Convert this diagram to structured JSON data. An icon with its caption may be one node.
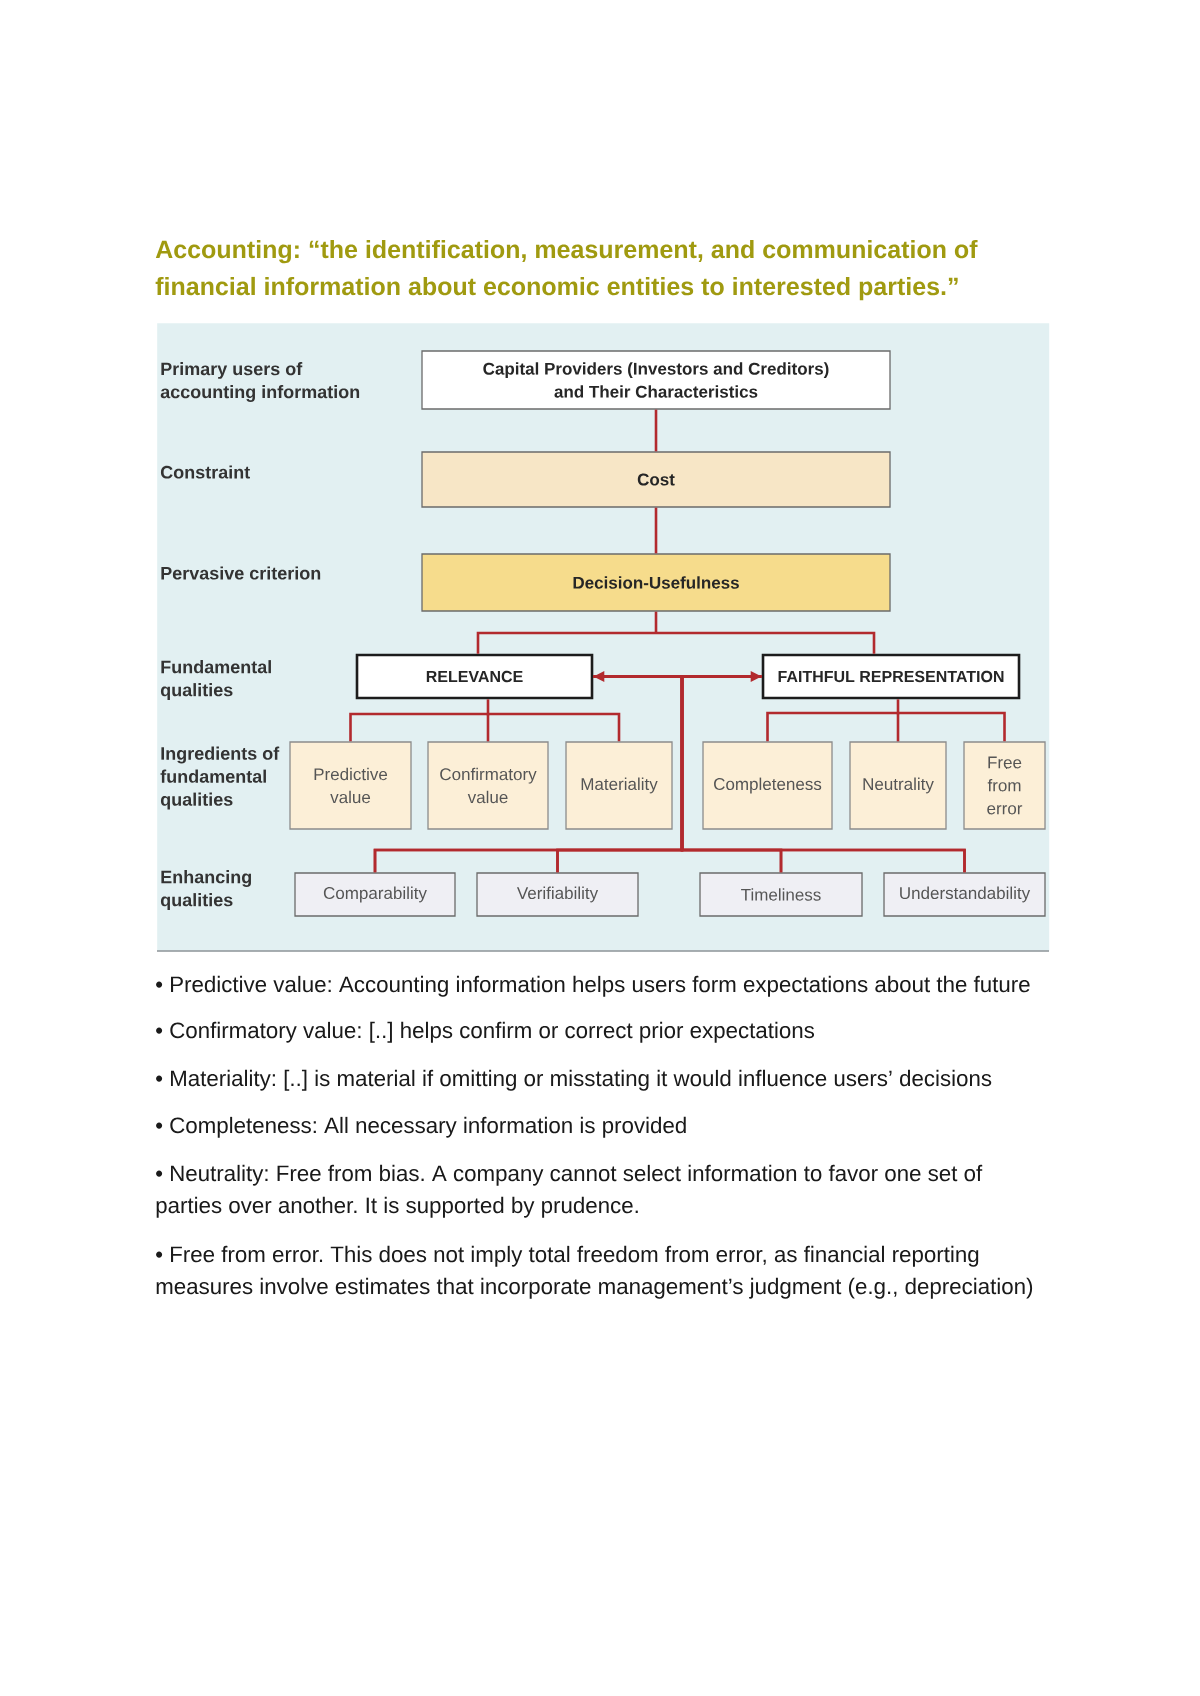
{
  "diagram": {
    "title": "Accounting: “the identification, measurement, and communication of financial information about economic entities to interested parties.”",
    "nodes": [
      {
        "text": [
          "Primary users of accounting information",
          "Constraint",
          "Pervasive criterion",
          "Fundamental qualities",
          "Ingredients of fundamental qualities",
          "Enhancing qualities"
        ]
      },
      {
        "text": [
          "Capital Providers (Investors and Creditors) and Their Characteristics"
        ],
        "in": 0
      },
      {
        "text": [
          "Cost"
        ],
        "in": 0
      },
      {
        "text": [
          "Decision-Usefulness"
        ],
        "in": 0
      },
      {
        "text": [
          "RELEVANCE"
        ],
        "in": 0
      },
      {
        "text": [
          "FAITHFUL REPRESENTATION"
        ],
        "in": 0
      },
      {
        "text": [
          "Predictive value"
        ],
        "in": 0
      },
      {
        "text": [
          "Confirmatory value"
        ],
        "in": 0
      },
      {
        "text": [
          "Materiality"
        ],
        "in": 0
      },
      {
        "text": [
          "Completeness"
        ],
        "in": 0
      },
      {
        "text": [
          "Neutrality"
        ],
        "in": 0
      },
      {
        "text": [
          "Free from error"
        ],
        "in": 0
      },
      {
        "text": [
          "Comparability"
        ],
        "in": 0
      },
      {
        "text": [
          "Verifiability"
        ],
        "in": 0
      },
      {
        "text": [
          "Timeliness"
        ],
        "in": 0
      },
      {
        "text": [
          "Understandability"
        ],
        "in": 0
      }
    ],
    "edges": [
      {
        "from": 1,
        "to": 2,
        "arrow": "none"
      },
      {
        "from": 2,
        "to": 3,
        "arrow": "none"
      },
      {
        "from": 3,
        "to": 4,
        "arrow": "none"
      },
      {
        "from": 3,
        "to": 5,
        "arrow": "none"
      },
      {
        "from": 4,
        "to": 5,
        "arrow": "both"
      },
      {
        "from": 4,
        "to": 6,
        "arrow": "none"
      },
      {
        "from": 4,
        "to": 7,
        "arrow": "none"
      },
      {
        "from": 4,
        "to": 8,
        "arrow": "none"
      },
      {
        "from": 5,
        "to": 9,
        "arrow": "none"
      },
      {
        "from": 5,
        "to": 10,
        "arrow": "none"
      },
      {
        "from": 5,
        "to": 11,
        "arrow": "none"
      },
      {
        "from": 4,
        "to": 12,
        "arrow": "none"
      },
      {
        "from": 4,
        "to": 13,
        "arrow": "none"
      },
      {
        "from": 4,
        "to": 14,
        "arrow": "none"
      },
      {
        "from": 4,
        "to": 15,
        "arrow": "none"
      },
      {
        "from": 5,
        "to": 12,
        "arrow": "none"
      },
      {
        "from": 5,
        "to": 13,
        "arrow": "none"
      },
      {
        "from": 5,
        "to": 14,
        "arrow": "none"
      },
      {
        "from": 5,
        "to": 15,
        "arrow": "none"
      }
    ],
    "labels": [
      "• Predictive value: Accounting information helps users form expectations about the future",
      "• Confirmatory value: [..] helps confirm or correct prior expectations",
      "• Materiality: [..] is material if omitting or misstating it would influence users’ decisions",
      "• Completeness: All necessary information is provided",
      "• Neutrality: Free from bias. A company cannot select information to favor one set of parties over another. It is supported by prudence.",
      "• Free from error. This does not imply total freedom from error, as financial reporting measures involve estimates that incorporate management’s judgment (e.g., depreciation)"
    ]
  }
}
